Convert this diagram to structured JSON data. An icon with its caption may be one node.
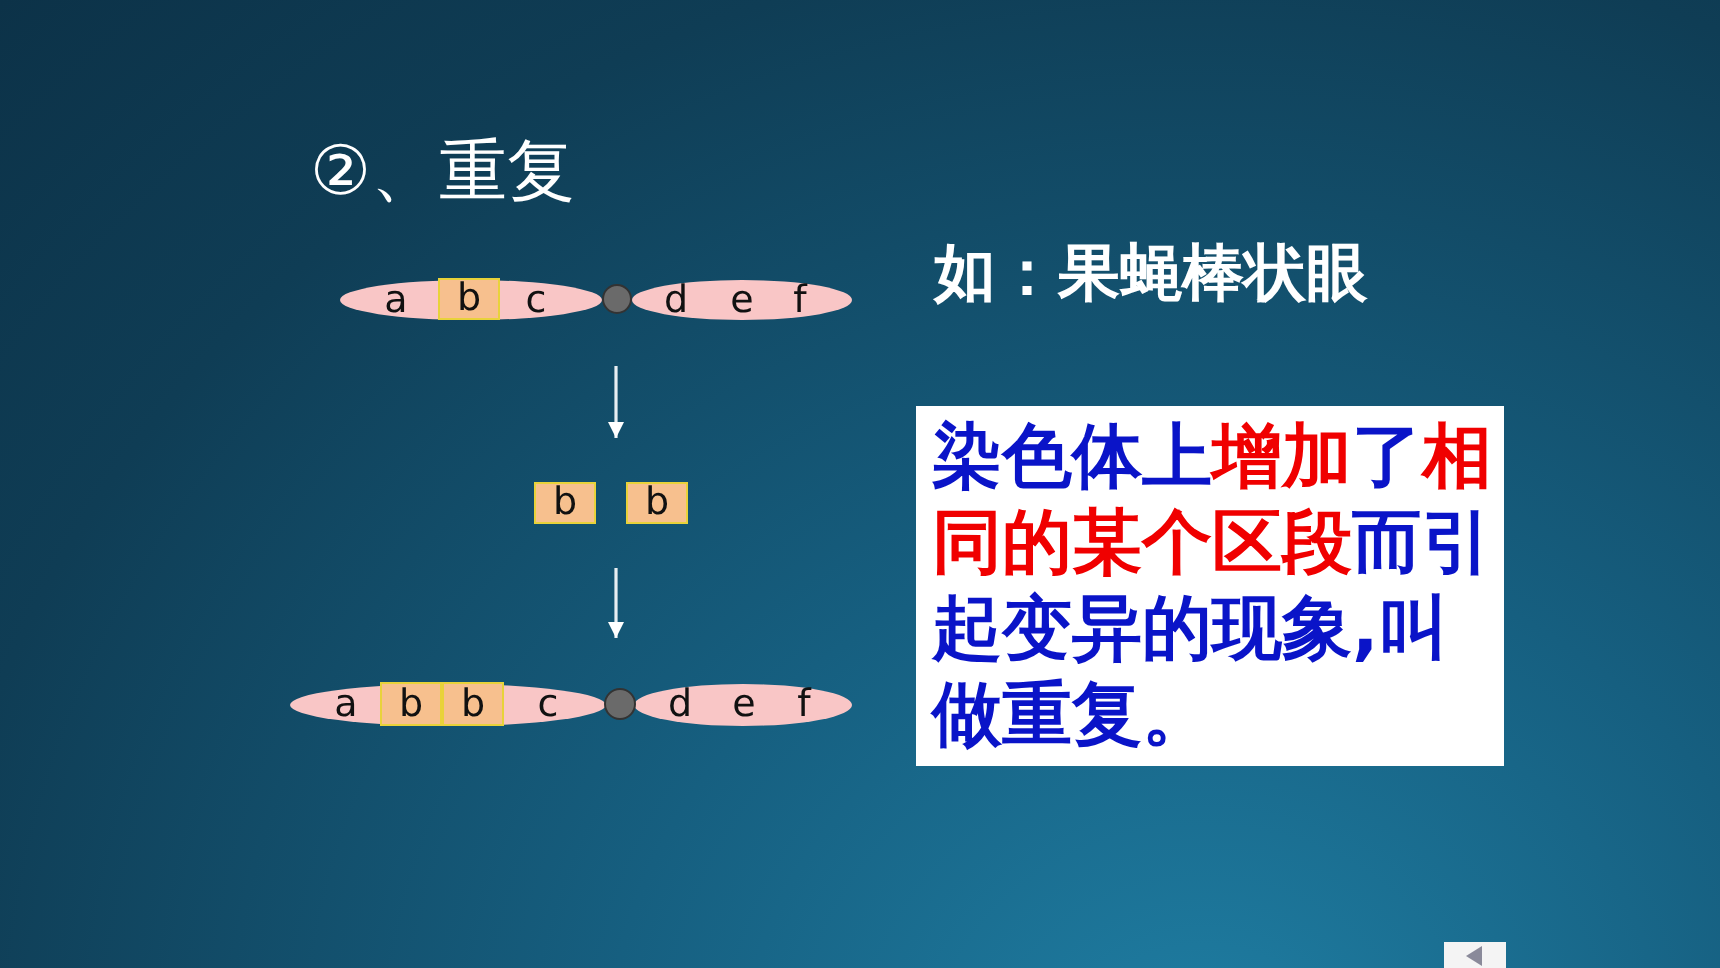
{
  "diagram": {
    "title": "②、重复",
    "nodes": [
      {
        "text": [
          "a",
          "b",
          "c",
          "d",
          "e",
          "f"
        ]
      },
      {
        "text": [
          "b",
          "b"
        ]
      },
      {
        "text": [
          "a",
          "b",
          "b",
          "c",
          "d",
          "e",
          "f"
        ]
      },
      {
        "text": [
          "染色体上",
          "增加",
          "了",
          "相同的某个区段",
          "而引起变异的现象,叫做重复。"
        ]
      }
    ],
    "edges": [
      {
        "from": 0,
        "to": 1,
        "arrow": "to"
      },
      {
        "from": 1,
        "to": 2,
        "arrow": "to"
      }
    ],
    "labels": [
      "如：果蝇棒状眼"
    ]
  }
}
